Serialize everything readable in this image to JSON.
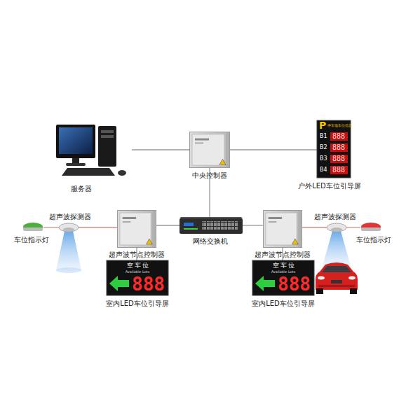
{
  "diagram": {
    "nodes": [
      {
        "text": [
          "服务器"
        ]
      },
      {
        "text": [
          "中央控制器"
        ]
      },
      {
        "text": [
          "户外LED车位引导屏"
        ]
      },
      {
        "text": [
          "网络交换机"
        ]
      },
      {
        "text": [
          "超声波节点控制器"
        ]
      },
      {
        "text": [
          "超声波节点控制器"
        ]
      },
      {
        "text": [
          "超声波探测器"
        ]
      },
      {
        "text": [
          "车位指示灯"
        ]
      },
      {
        "text": [
          "室内LED车位引导屏"
        ]
      },
      {
        "text": [
          "超声波探测器"
        ]
      },
      {
        "text": [
          "车位指示灯"
        ]
      },
      {
        "text": [
          "室内LED车位引导屏"
        ]
      }
    ],
    "edges": [
      {
        "from": 0,
        "to": 1,
        "arrow": "none"
      },
      {
        "from": 1,
        "to": 2,
        "arrow": "none"
      },
      {
        "from": 1,
        "to": 3,
        "arrow": "none"
      },
      {
        "from": 3,
        "to": 4,
        "arrow": "none"
      },
      {
        "from": 3,
        "to": 5,
        "arrow": "none"
      },
      {
        "from": 4,
        "to": 6,
        "arrow": "none"
      },
      {
        "from": 6,
        "to": 7,
        "arrow": "none"
      },
      {
        "from": 4,
        "to": 8,
        "arrow": "none"
      },
      {
        "from": 5,
        "to": 9,
        "arrow": "none"
      },
      {
        "from": 9,
        "to": 10,
        "arrow": "none"
      },
      {
        "from": 5,
        "to": 11,
        "arrow": "none"
      }
    ],
    "labels": [
      "P",
      "停车场车位信息",
      "B1",
      "888",
      "B2",
      "888",
      "B3",
      "888",
      "B4",
      "888",
      "空车位",
      "Available Lots",
      "888",
      "空车位",
      "Available Lots",
      "888"
    ]
  }
}
